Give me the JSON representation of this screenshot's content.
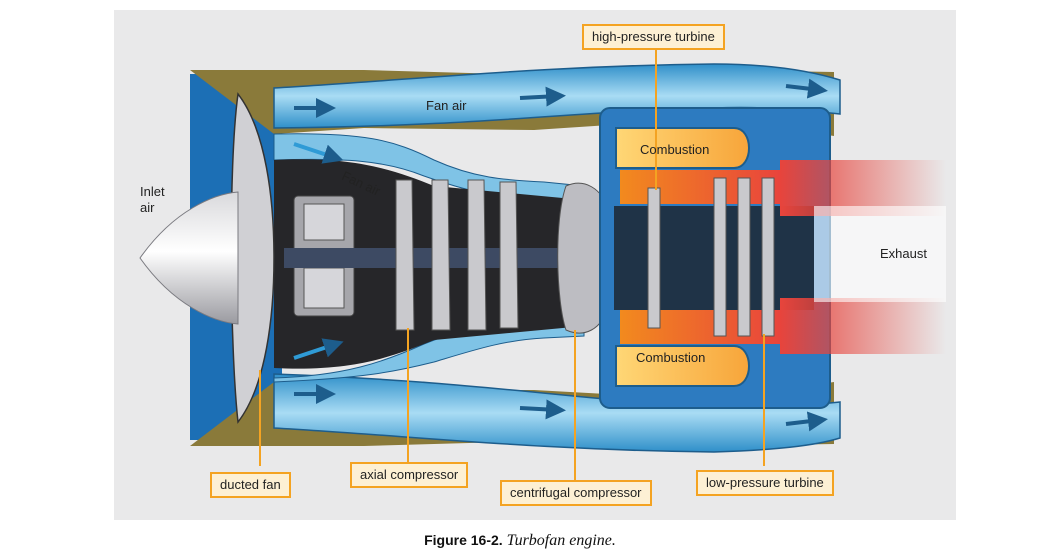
{
  "labels": {
    "inlet_air": "Inlet\nair",
    "fan_air_top": "Fan air",
    "fan_air_inner": "Fan air",
    "combustion_top": "Combustion",
    "combustion_bottom": "Combustion",
    "exhaust": "Exhaust"
  },
  "callouts": {
    "high_pressure_turbine": "high-pressure turbine",
    "ducted_fan": "ducted fan",
    "axial_compressor": "axial compressor",
    "centrifugal_compressor": "centrifugal compressor",
    "low_pressure_turbine": "low-pressure turbine"
  },
  "caption": {
    "number": "Figure 16-2.",
    "title": "Turbofan engine."
  },
  "colors": {
    "background": "#e9e9ea",
    "cowl_olive": "#8a7a3a",
    "duct_blue": "#4aa8d8",
    "intake_blue": "#1c6fb5",
    "core_gray": "#b8b8bc",
    "flame_orange": "#f28a1e",
    "callout_border": "#f4a322",
    "exhaust_red": "#e8443c"
  }
}
